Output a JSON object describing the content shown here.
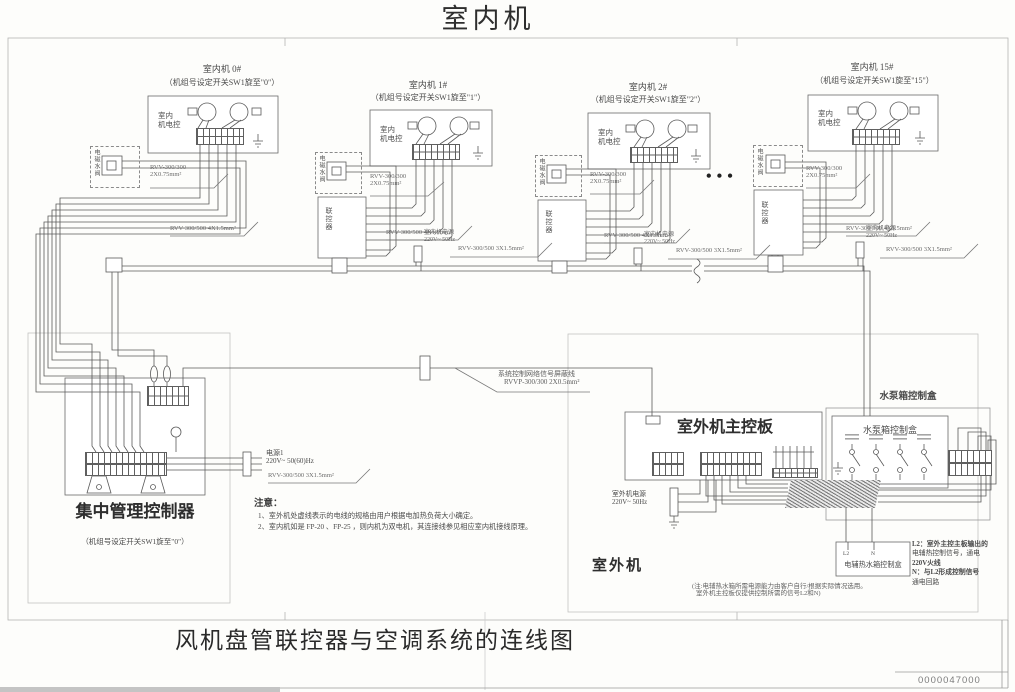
{
  "page": {
    "top_title": "室内机",
    "bottom_title": "风机盘管联控器与空调系统的连线图",
    "doc_number": "0000047000",
    "ellipsis": "•••",
    "line_color": "#5a5a5a"
  },
  "indoor_units": [
    {
      "title": "室内机 0#",
      "subtitle": "（机组号设定开关SW1旋至\"0\"）",
      "board_line1": "室内",
      "board_line2": "机电控",
      "valve_label": "电磁水阀",
      "valve_wire_line1": "RVV-300/300",
      "valve_wire_line2": "2X0.75mm²",
      "main_wire": "RVV-300/500 4X1.5mm²"
    },
    {
      "title": "室内机 1#",
      "subtitle": "（机组号设定开关SW1旋至\"1\"）",
      "board_line1": "室内",
      "board_line2": "机电控",
      "valve_label": "电磁水阀",
      "controller_label": "联控器",
      "valve_wire_line1": "RVV-300/300",
      "valve_wire_line2": "2X0.75mm²",
      "main_wire": "RVV-300/500 4X1.5mm²",
      "power_line1": "室内机电源",
      "power_line2": "220V~ 50Hz",
      "power_wire": "RVV-300/500 3X1.5mm²"
    },
    {
      "title": "室内机 2#",
      "subtitle": "（机组号设定开关SW1旋至\"2\"）",
      "board_line1": "室内",
      "board_line2": "机电控",
      "valve_label": "电磁水阀",
      "controller_label": "联控器",
      "valve_wire_line1": "RVV-300/300",
      "valve_wire_line2": "2X0.75mm²",
      "main_wire": "RVV-300/500 4X1.5mm²",
      "power_line1": "室内机电源",
      "power_line2": "220V~ 50Hz",
      "power_wire": "RVV-300/500 3X1.5mm²"
    },
    {
      "title": "室内机 15#",
      "subtitle": "（机组号设定开关SW1旋至\"15\"）",
      "board_line1": "室内",
      "board_line2": "机电控",
      "valve_label": "电磁水阀",
      "controller_label": "联控器",
      "valve_wire_line1": "RVV-300/300",
      "valve_wire_line2": "2X0.75mm²",
      "main_wire": "RVV-300/500 4X1.5mm²",
      "power_line1": "室内机电源",
      "power_line2": "220V~ 50Hz",
      "power_wire": "RVV-300/500 3X1.5mm²"
    }
  ],
  "controller": {
    "title": "集中管理控制器",
    "subtitle": "（机组号设定开关SW1旋至\"0\"）",
    "power_label": "电源1",
    "power_spec": "220V~ 50(60)Hz",
    "power_wire": "RVV-300/500 3X1.5mm²"
  },
  "signal": {
    "line1": "系统控制网络信号屏蔽线",
    "line2": "RVVP-300/300 2X0.5mm²"
  },
  "notes": {
    "title": "注意：",
    "line1": "1、室外机处虚线表示的电线的规格由用户根据电加热负荷大小确定。",
    "line2": "2、室内机如是 FP-20 、FP-25 ，则内机为双电机，其连接线参见相应室内机接线原理。"
  },
  "outdoor": {
    "region_label": "室外机",
    "main_board": "室外机主控板",
    "pump_header": "水泵箱控制盒",
    "pump_inner": "水泵箱控制盒",
    "power_line1": "室外机电源",
    "power_line2": "220V~ 50Hz",
    "heater_box": "电辅热水箱控制盒",
    "t_l2": "L2",
    "t_n": "N",
    "l2_note_1": "L2：室外主控主板输出的",
    "l2_note_2": "电辅热控制信号，通电",
    "l2_note_3": "220V火线",
    "l2_note_4": "N：与L2形成控制信号",
    "l2_note_5": "通电回路",
    "bottom_note_1": "(注:电辅热水箱所需电源能力由客户自行/根据实际情况选用。",
    "bottom_note_2": "室外机主控板仅提供控制所需的信号L2和N)"
  }
}
